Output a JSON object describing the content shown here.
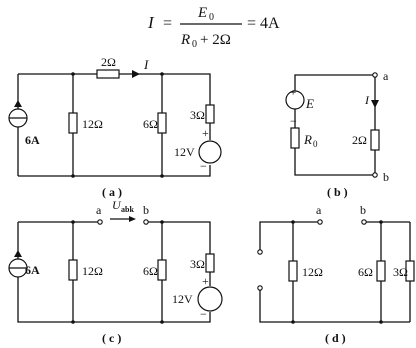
{
  "formula": {
    "lhs": "I",
    "eq": "=",
    "num": "E",
    "num_sub": "0",
    "den_a": "R",
    "den_sub": "0",
    "den_b": "+ 2Ω",
    "rhs": "= 4A"
  },
  "diagram_a": {
    "caption": "( a )",
    "source": "6A",
    "r_series": "2Ω",
    "current": "I",
    "r1": "12Ω",
    "r2": "6Ω",
    "r3": "3Ω",
    "voltage": "12V",
    "plus": "+",
    "minus": "−"
  },
  "diagram_b": {
    "caption": "( b )",
    "emf": "E",
    "r0": "R",
    "r0_sub": "0",
    "r_load": "2Ω",
    "current": "I",
    "node_a": "a",
    "node_b": "b",
    "plus": "+",
    "minus": "−"
  },
  "diagram_c": {
    "caption": "( c )",
    "source": "6A",
    "voltage_label": "U",
    "voltage_sub": "abk",
    "node_a": "a",
    "node_b": "b",
    "r1": "12Ω",
    "r2": "6Ω",
    "r3": "3Ω",
    "voltage": "12V",
    "plus": "+",
    "minus": "−"
  },
  "diagram_d": {
    "caption": "( d )",
    "node_a": "a",
    "node_b": "b",
    "r1": "12Ω",
    "r2": "6Ω",
    "r3": "3Ω"
  }
}
